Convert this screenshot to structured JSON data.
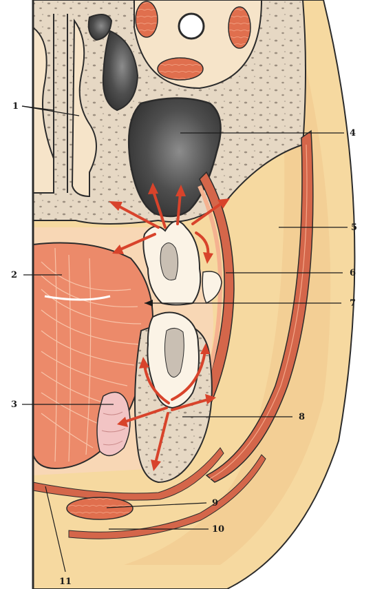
{
  "labels": {
    "l1": "1",
    "l2": "2",
    "l3": "3",
    "l4": "4",
    "l5": "5",
    "l6": "6",
    "l7": "7",
    "l8": "8",
    "l9": "9",
    "l10": "10",
    "l11": "11"
  },
  "colors": {
    "bone": "#e6d8c4",
    "skin": "#f6d9a0",
    "fat": "#f3cf95",
    "muscle": "#d4664a",
    "muscle_light": "#ee9070",
    "sinus": "#4a4a4a",
    "tooth": "#fbf3e6",
    "arrow": "#d8432b",
    "outline": "#2b2b2b"
  }
}
